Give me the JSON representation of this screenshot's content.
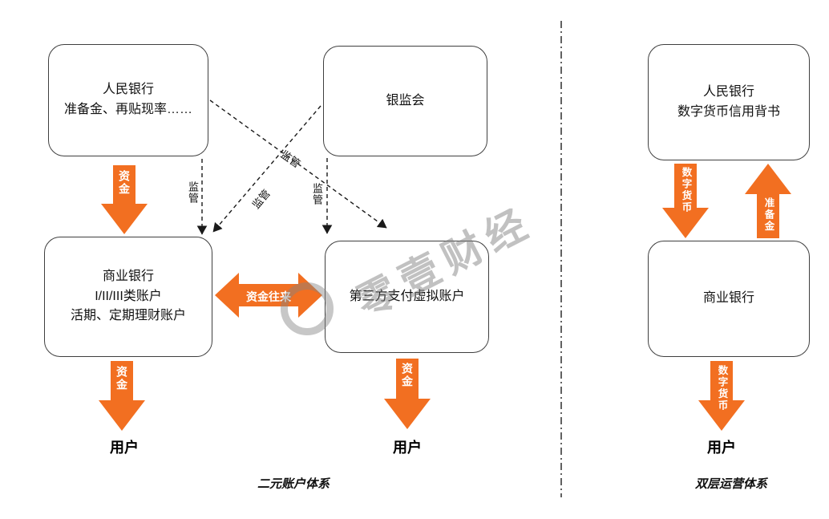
{
  "colors": {
    "accent_orange": "#F26F21",
    "box_border": "#3f3f3f",
    "line_black": "#1a1a1a",
    "watermark_gray": "#7d7d7d"
  },
  "watermark": {
    "text": "零壹财经"
  },
  "left": {
    "caption": "二元账户体系",
    "box_pboc": {
      "title": "人民银行",
      "subtitle": "准备金、再贴现率……"
    },
    "box_cbrc": {
      "title": "银监会"
    },
    "box_bank": {
      "title": "商业银行",
      "line2": "I/II/III类账户",
      "line3": "活期、定期理财账户"
    },
    "box_tpp": {
      "title": "第三方支付虚拟账户"
    },
    "labels": {
      "funds": "资金",
      "funds_flow": "资金往来",
      "supervision": "监管",
      "user": "用户"
    }
  },
  "right": {
    "caption": "双层运营体系",
    "box_pboc": {
      "title": "人民银行",
      "subtitle": "数字货币信用背书"
    },
    "box_bank": {
      "title": "商业银行"
    },
    "labels": {
      "digital_currency": "数字货币",
      "reserve": "准备金",
      "user": "用户"
    }
  }
}
